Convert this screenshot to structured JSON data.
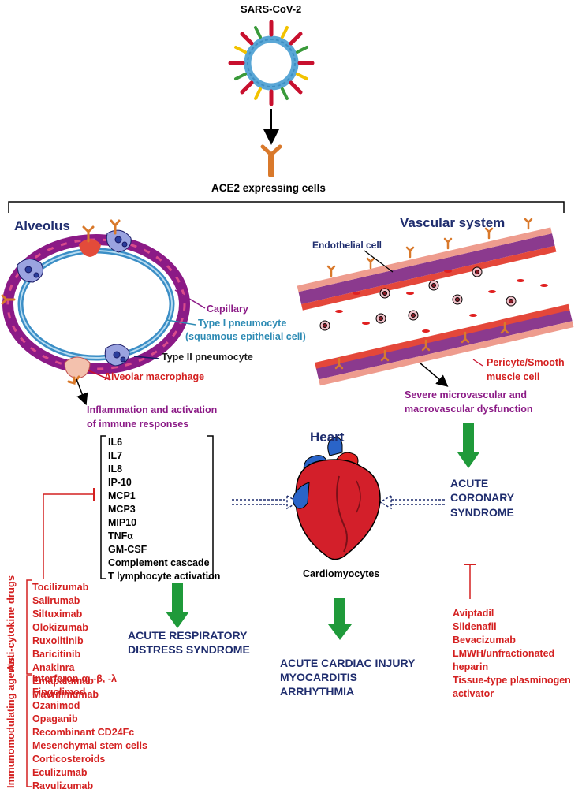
{
  "top": {
    "virus_label": "SARS-CoV-2",
    "receptor_label": "ACE2 expressing cells"
  },
  "alveolus": {
    "title": "Alveolus",
    "capillary": "Capillary",
    "type1_line1": "Type I pneumocyte",
    "type1_line2": "(squamous epithelial cell)",
    "type2": "Type II pneumocyte",
    "macrophage": "Alveolar macrophage",
    "inflammation_line1": "Inflammation and activation",
    "inflammation_line2": "of immune responses",
    "cytokines": [
      "IL6",
      "IL7",
      "IL8",
      "IP-10",
      "MCP1",
      "MCP3",
      "MIP10",
      "TNFα",
      "GM-CSF",
      "Complement cascade",
      "T lymphocyte activation"
    ],
    "ards_line1": "ACUTE RESPIRATORY",
    "ards_line2": "DISTRESS SYNDROME"
  },
  "vascular": {
    "title": "Vascular system",
    "endothelial": "Endothelial cell",
    "pericyte_line1": "Pericyte/Smooth",
    "pericyte_line2": "muscle cell",
    "dysfunction_line1": "Severe microvascular and",
    "dysfunction_line2": "macrovascular dysfunction",
    "acs_line1": "ACUTE",
    "acs_line2": "CORONARY",
    "acs_line3": "SYNDROME",
    "drugs": [
      "Aviptadil",
      "Sildenafil",
      "Bevacizumab",
      "LMWH/unfractionated",
      "heparin",
      "Tissue-type plasminogen",
      "activator"
    ]
  },
  "heart": {
    "title": "Heart",
    "cardiomyocytes": "Cardiomyocytes",
    "outcome_line1": "ACUTE CARDIAC INJURY",
    "outcome_line2": "MYOCARDITIS",
    "outcome_line3": "ARRHYTHMIA"
  },
  "therapies": {
    "anti_cytokine_label": "Anti-cytokine drugs",
    "anti_cytokine": [
      "Tocilizumab",
      "Salirumab",
      "Siltuximab",
      "Olokizumab",
      "Ruxolitinib",
      "Baricitinib",
      "Anakinra",
      "Emapalumab",
      "Mavrilimumab"
    ],
    "immuno_label": "Immunomodulating agents",
    "immuno": [
      "Interferon-α, -β, -λ",
      "Fingolimod",
      "Ozanimod",
      "Opaganib",
      "Recombinant CD24Fc",
      "Mesenchymal stem cells",
      "Corticosteroids",
      "Eculizumab",
      "Ravulizumab"
    ]
  },
  "colors": {
    "navy": "#1f2d6e",
    "purple": "#8b1a86",
    "red": "#d42020",
    "teal": "#2e8bb4",
    "green": "#1f9a3a",
    "orange": "#d9792b"
  }
}
